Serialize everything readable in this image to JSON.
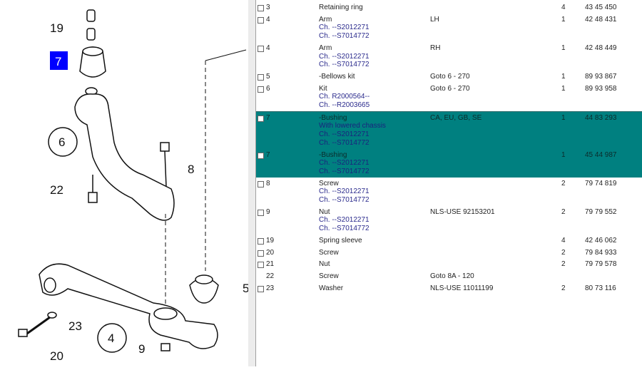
{
  "diagram": {
    "callouts": [
      "19",
      "7",
      "6",
      "8",
      "22",
      "5",
      "23",
      "4",
      "20",
      "9"
    ],
    "highlighted": "7",
    "highlight_color": "#0000ff"
  },
  "parts": [
    {
      "num": "3",
      "desc": "Retaining ring",
      "sub": [],
      "note": "",
      "qty": "4",
      "part": "43 45 450",
      "checkbox": true
    },
    {
      "num": "4",
      "desc": "Arm",
      "sub": [
        "Ch. --S2012271",
        "Ch. --S7014772"
      ],
      "note": "LH",
      "qty": "1",
      "part": "42 48 431",
      "checkbox": true
    },
    {
      "num": "4",
      "desc": "Arm",
      "sub": [
        "Ch. --S2012271",
        "Ch. --S7014772"
      ],
      "note": "RH",
      "qty": "1",
      "part": "42 48 449",
      "checkbox": true
    },
    {
      "num": "5",
      "desc": "-Bellows kit",
      "sub": [],
      "note": "Goto 6 - 270",
      "qty": "1",
      "part": "89 93 867",
      "checkbox": true
    },
    {
      "num": "6",
      "desc": "Kit",
      "sub": [
        "Ch. R2000564--",
        "Ch. --R2003665"
      ],
      "note": "Goto 6 - 270",
      "qty": "1",
      "part": "89 93 958",
      "checkbox": true
    },
    {
      "num": "7",
      "desc": "-Bushing",
      "sub": [
        "With lowered chassis",
        "Ch. --S2012271",
        "Ch. --S7014772"
      ],
      "note": "CA, EU, GB, SE",
      "qty": "1",
      "part": "44 83 293",
      "checkbox": true,
      "selected": true
    },
    {
      "num": "7",
      "desc": "-Bushing",
      "sub": [
        "Ch. --S2012271",
        "Ch. --S7014772"
      ],
      "note": "",
      "qty": "1",
      "part": "45 44 987",
      "checkbox": true,
      "selected": true
    },
    {
      "num": "8",
      "desc": "Screw",
      "sub": [
        "Ch. --S2012271",
        "Ch. --S7014772"
      ],
      "note": "",
      "qty": "2",
      "part": "79 74 819",
      "checkbox": true
    },
    {
      "num": "9",
      "desc": "Nut",
      "sub": [
        "Ch. --S2012271",
        "Ch. --S7014772"
      ],
      "note": "NLS-USE 92153201",
      "qty": "2",
      "part": "79 79 552",
      "checkbox": true
    },
    {
      "num": "19",
      "desc": "Spring sleeve",
      "sub": [],
      "note": "",
      "qty": "4",
      "part": "42 46 062",
      "checkbox": true
    },
    {
      "num": "20",
      "desc": "Screw",
      "sub": [],
      "note": "",
      "qty": "2",
      "part": "79 84 933",
      "checkbox": true
    },
    {
      "num": "21",
      "desc": "Nut",
      "sub": [],
      "note": "",
      "qty": "2",
      "part": "79 79 578",
      "checkbox": true
    },
    {
      "num": "22",
      "desc": "Screw",
      "sub": [],
      "note": "Goto 8A - 120",
      "qty": "",
      "part": "",
      "checkbox": false
    },
    {
      "num": "23",
      "desc": "Washer",
      "sub": [],
      "note": "NLS-USE 11011199",
      "qty": "2",
      "part": "80 73 116",
      "checkbox": true
    }
  ]
}
